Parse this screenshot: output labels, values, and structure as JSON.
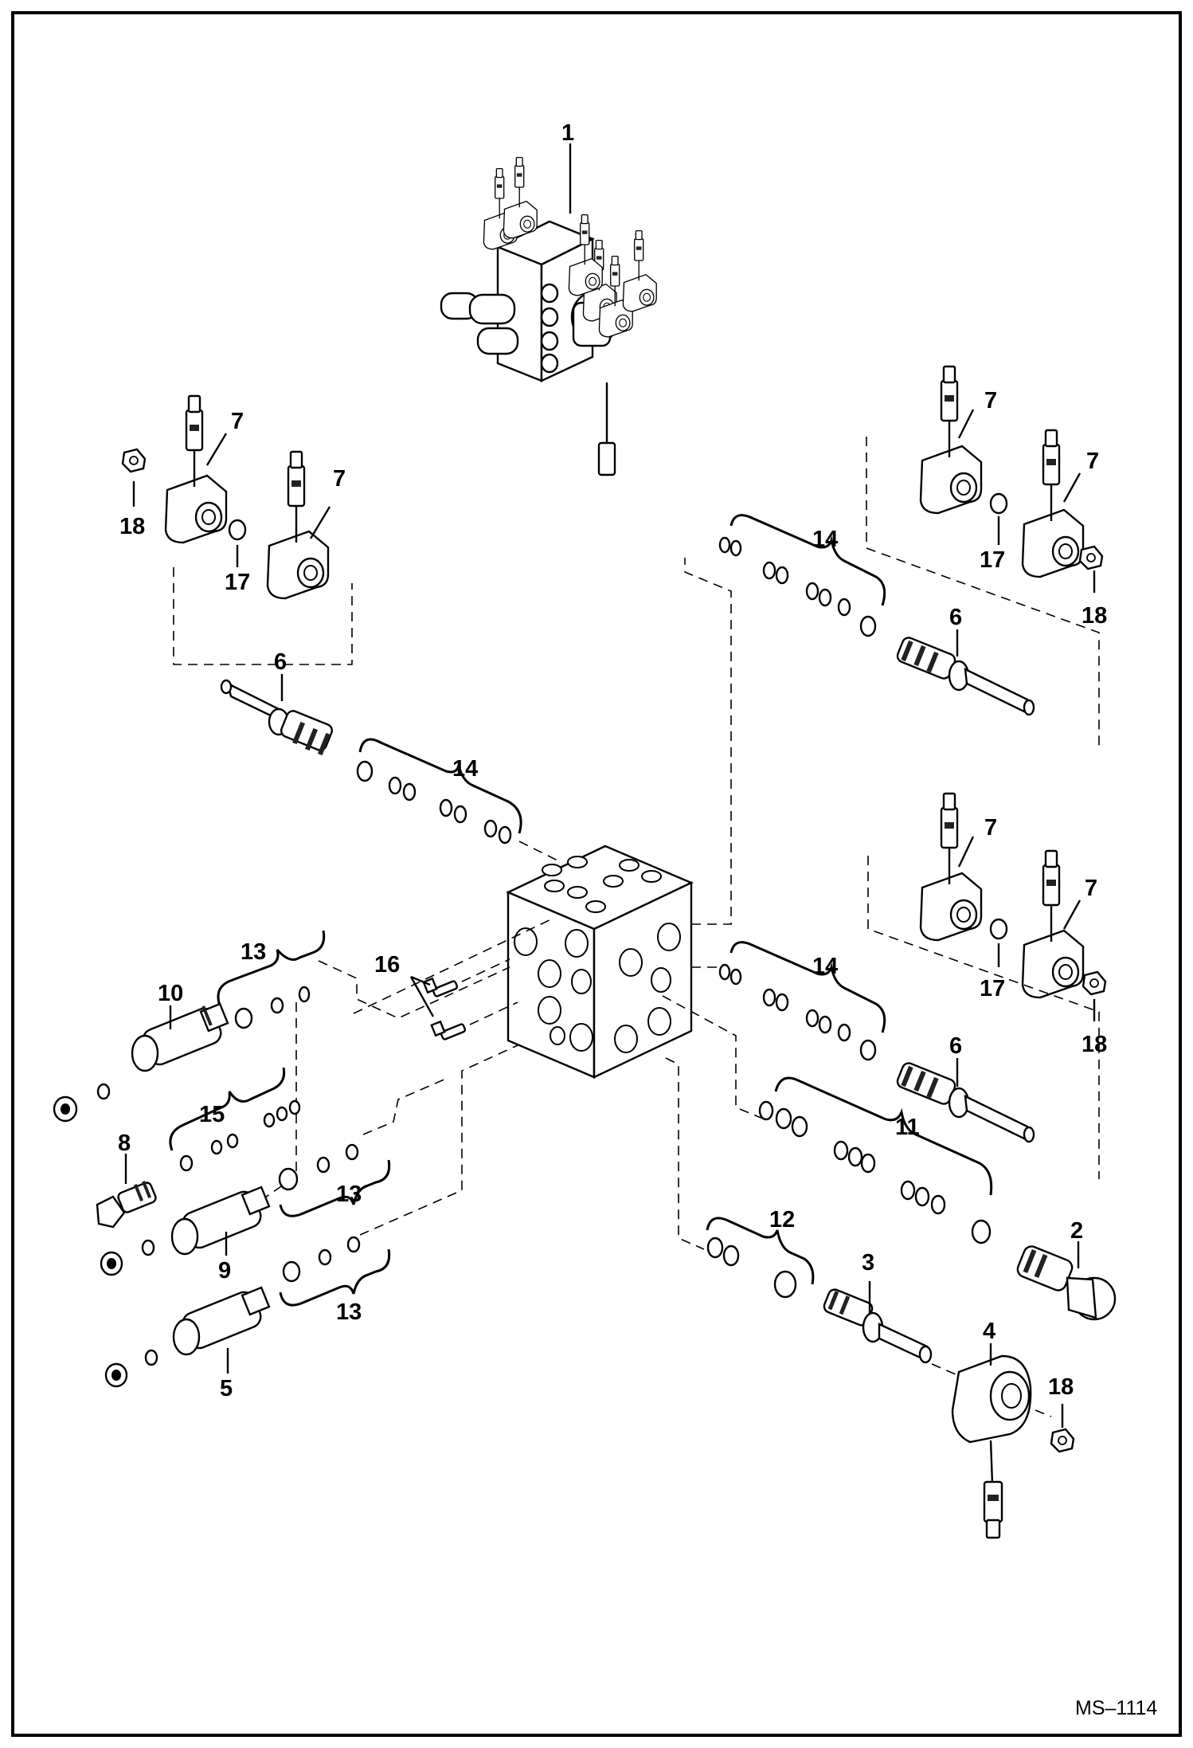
{
  "drawing": {
    "reference": "MS–1114",
    "callouts": [
      "1",
      "2",
      "3",
      "4",
      "5",
      "6",
      "6",
      "6",
      "7",
      "7",
      "7",
      "7",
      "7",
      "7",
      "8",
      "9",
      "10",
      "11",
      "12",
      "13",
      "13",
      "13",
      "14",
      "14",
      "14",
      "15",
      "16",
      "17",
      "17",
      "17",
      "18",
      "18",
      "18",
      "18"
    ]
  }
}
